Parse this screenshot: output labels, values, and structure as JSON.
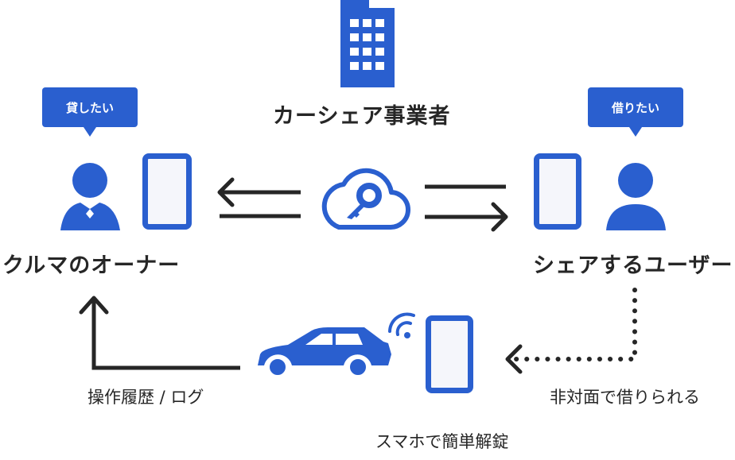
{
  "colors": {
    "accent": "#2a5fcf",
    "line": "#262626",
    "screen": "#f5f6fb"
  },
  "operator": {
    "label": "カーシェア事業者",
    "icon": "office-building-icon"
  },
  "owner": {
    "label": "クルマのオーナー",
    "bubble": "貸したい",
    "icon": "business-person-icon"
  },
  "user": {
    "label": "シェアするユーザー",
    "bubble": "借りたい",
    "icon": "person-icon"
  },
  "center": {
    "icon": "cloud-key-icon"
  },
  "bottom": {
    "car_icon": "car-icon",
    "unlock_label": "スマホで簡単解錠",
    "log_label": "操作履歴 / ログ",
    "nonface_label": "非対面で借りられる"
  }
}
